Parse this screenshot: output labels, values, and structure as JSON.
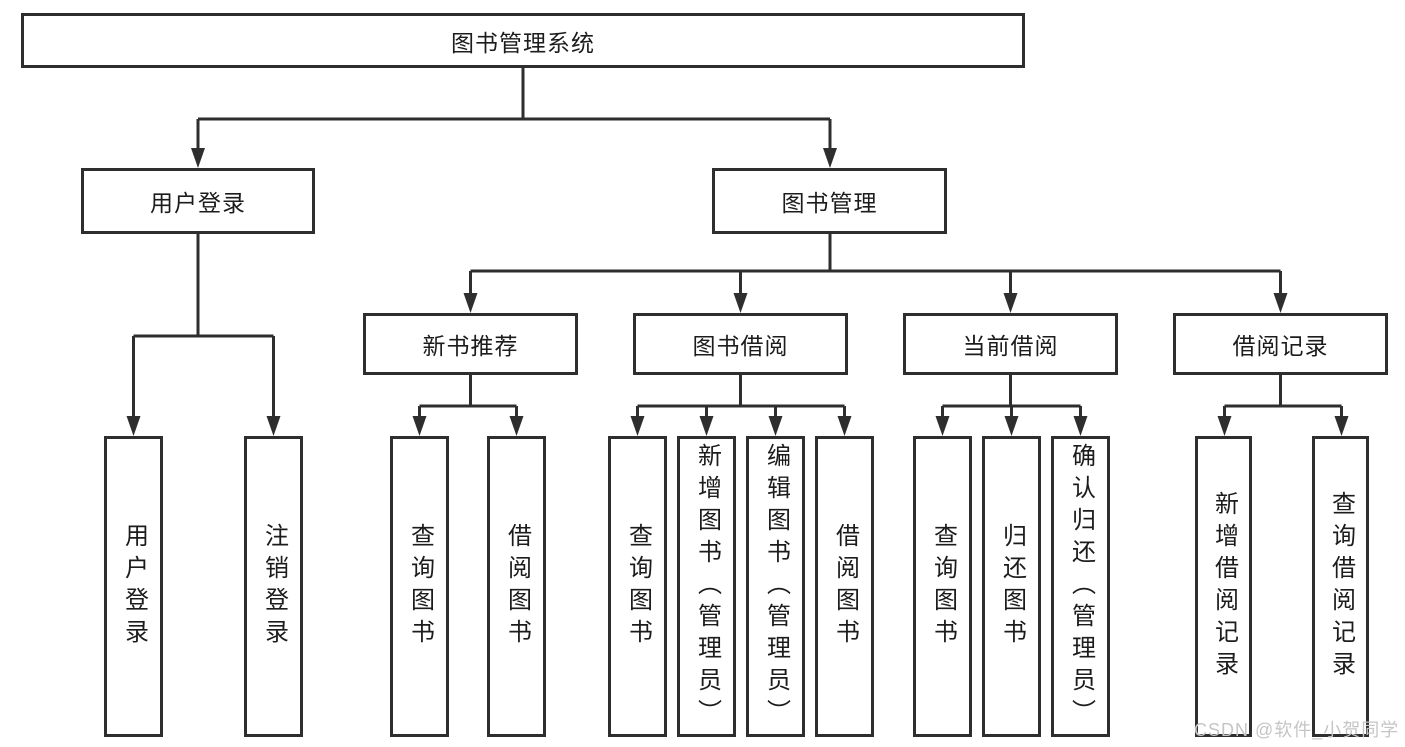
{
  "tree": {
    "label": "图书管理系统",
    "children": [
      {
        "label": "用户登录",
        "children": [
          {
            "label": "用户登录"
          },
          {
            "label": "注销登录"
          }
        ]
      },
      {
        "label": "图书管理",
        "children": [
          {
            "label": "新书推荐",
            "children": [
              {
                "label": "查询图书"
              },
              {
                "label": "借阅图书"
              }
            ]
          },
          {
            "label": "图书借阅",
            "children": [
              {
                "label": "查询图书"
              },
              {
                "label": "新增图书（管理员）"
              },
              {
                "label": "编辑图书（管理员）"
              },
              {
                "label": "借阅图书"
              }
            ]
          },
          {
            "label": "当前借阅",
            "children": [
              {
                "label": "查询图书"
              },
              {
                "label": "归还图书"
              },
              {
                "label": "确认归还（管理员）"
              }
            ]
          },
          {
            "label": "借阅记录",
            "children": [
              {
                "label": "新增借阅记录"
              },
              {
                "label": "查询借阅记录"
              }
            ]
          }
        ]
      }
    ]
  },
  "watermark": {
    "text": "CSDN @软件_小贺同学"
  },
  "colors": {
    "line": "#2e2e2e",
    "box_border": "#2e2e2e",
    "text": "#1c1c1c",
    "watermark": "#c5c5c5",
    "background": "#ffffff"
  }
}
